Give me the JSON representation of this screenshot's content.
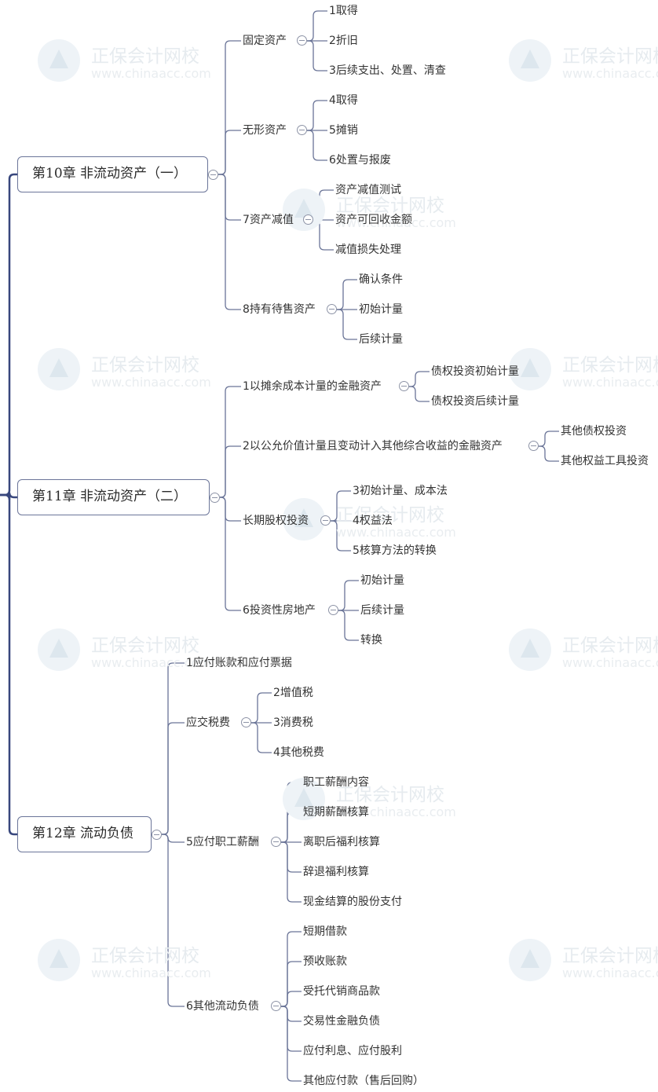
{
  "watermark": {
    "name": "正保会计网校",
    "url": "www.chinaacc.com"
  },
  "mindmap": {
    "chapters": [
      {
        "label": "第10章  非流动资产（一）",
        "topics": [
          {
            "label": "固定资产",
            "items": [
              "1取得",
              "2折旧",
              "3后续支出、处置、清查"
            ]
          },
          {
            "label": "无形资产",
            "items": [
              "4取得",
              "5摊销",
              "6处置与报废"
            ]
          },
          {
            "label": "7资产减值",
            "items": [
              "资产减值测试",
              "资产可回收金额",
              "减值损失处理"
            ]
          },
          {
            "label": "8持有待售资产",
            "items": [
              "确认条件",
              "初始计量",
              "后续计量"
            ]
          }
        ]
      },
      {
        "label": "第11章  非流动资产（二）",
        "topics": [
          {
            "label": "1以摊余成本计量的金融资产",
            "items": [
              "债权投资初始计量",
              "债权投资后续计量"
            ]
          },
          {
            "label": "2以公允价值计量且变动计入其他综合收益的金融资产",
            "items": [
              "其他债权投资",
              "其他权益工具投资"
            ]
          },
          {
            "label": "长期股权投资",
            "items": [
              "3初始计量、成本法",
              "4权益法",
              "5核算方法的转换"
            ]
          },
          {
            "label": "6投资性房地产",
            "items": [
              "初始计量",
              "后续计量",
              "转换"
            ]
          }
        ]
      },
      {
        "label": "第12章  流动负债",
        "topics": [
          {
            "label": "1应付账款和应付票据",
            "items": []
          },
          {
            "label": "应交税费",
            "items": [
              "2增值税",
              "3消费税",
              "4其他税费"
            ]
          },
          {
            "label": "5应付职工薪酬",
            "items": [
              "职工薪酬内容",
              "短期薪酬核算",
              "离职后福利核算",
              "辞退福利核算",
              "现金结算的股份支付"
            ]
          },
          {
            "label": "6其他流动负债",
            "items": [
              "短期借款",
              "预收账款",
              "受托代销商品款",
              "交易性金融负债",
              "应付利息、应付股利",
              "其他应付款（售后回购）"
            ]
          }
        ]
      }
    ]
  }
}
